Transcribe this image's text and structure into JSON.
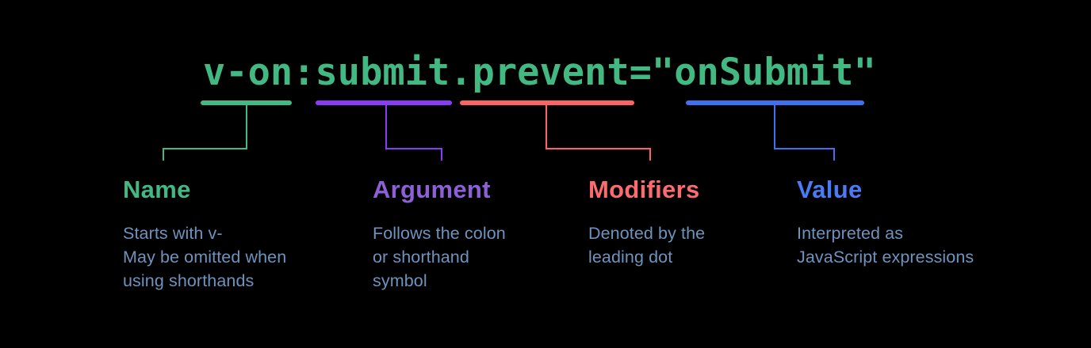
{
  "diagram": {
    "background": "#000000",
    "code": "v-on:submit.prevent=\"onSubmit\"",
    "code_color": "#42b883",
    "description_color": "#6e93bd",
    "segments": [
      {
        "id": "name",
        "label": "Name",
        "description": "Starts with v-\nMay be omitted when\nusing shorthands",
        "color": "#42b883",
        "text_color": "#42b883"
      },
      {
        "id": "argument",
        "label": "Argument",
        "description": "Follows the colon\nor shorthand\nsymbol",
        "color": "#8a3cf4",
        "text_color": "#8d60d8"
      },
      {
        "id": "modifiers",
        "label": "Modifiers",
        "description": "Denoted by the\nleading dot",
        "color": "#fc6363",
        "text_color": "#fc6b6e"
      },
      {
        "id": "value",
        "label": "Value",
        "description": "Interpreted as\nJavaScript expressions",
        "color": "#3f70ef",
        "text_color": "#4a7bf4"
      }
    ]
  }
}
